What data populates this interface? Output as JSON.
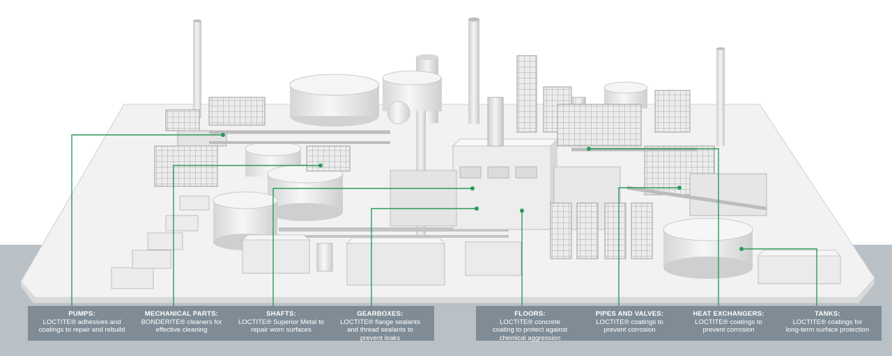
{
  "colors": {
    "ground": "#b9c1c7",
    "platform": "#f1f1f1",
    "leader": "#2a9a5a",
    "label_bg": "#7f8c95",
    "label_text": "#ffffff"
  },
  "labels": [
    {
      "title": "PUMPS:",
      "desc": "LOCTITE® adhesives and\ncoatings to repair and rebuild"
    },
    {
      "title": "MECHANICAL PARTS:",
      "desc": "BONDERITE® cleaners for\neffective cleaning"
    },
    {
      "title": "SHAFTS:",
      "desc": "LOCTITE® Superior Metal to\nrepair worn surfaces"
    },
    {
      "title": "GEARBOXES:",
      "desc": "LOCTITE® flange sealants\nand thread sealants to\nprevent leaks"
    },
    {
      "title": "FLOORS:",
      "desc": "LOCTITE® concrete\ncoating to protect against\nchemical aggression"
    },
    {
      "title": "PIPES AND VALVES:",
      "desc": "LOCTITE® coatings to\nprevent corrosion"
    },
    {
      "title": "HEAT EXCHANGERS:",
      "desc": "LOCTITE® coatings to\nprevent corrosion"
    },
    {
      "title": "TANKS:",
      "desc": "LOCTITE® coatings for\nlong-term surface protection"
    }
  ]
}
